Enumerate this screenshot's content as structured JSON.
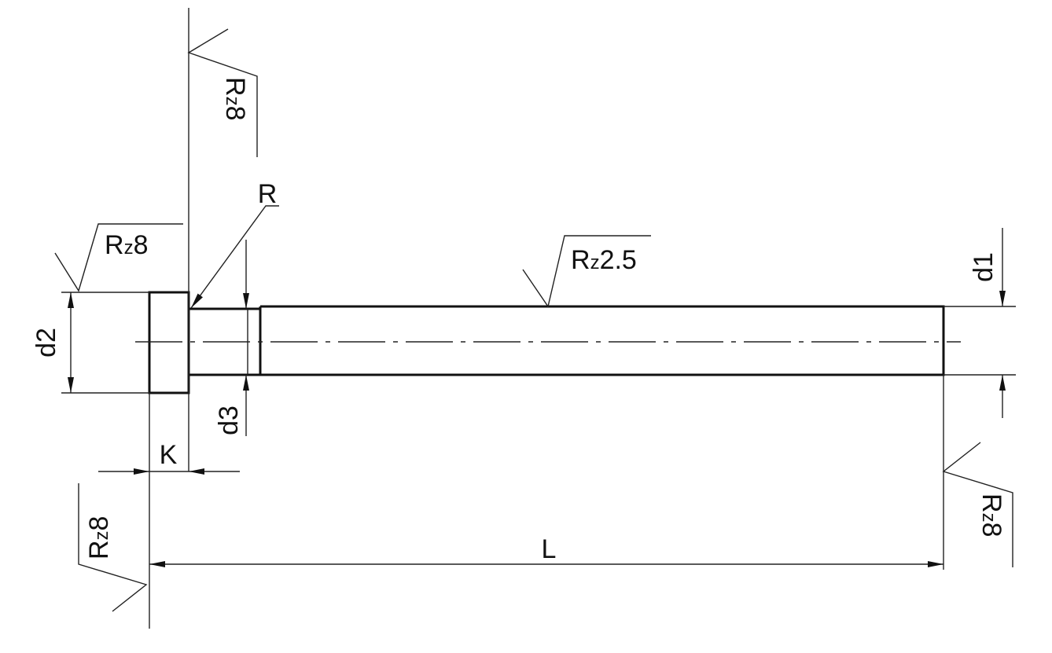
{
  "labels": {
    "d1": "d1",
    "d2": "d2",
    "d3": "d3",
    "K": "K",
    "L": "L",
    "R": "R"
  },
  "roughness": {
    "top": {
      "prefix": "R",
      "sub": "z",
      "value": "8"
    },
    "head_left": {
      "prefix": "R",
      "sub": "z",
      "value": "8"
    },
    "shaft": {
      "prefix": "R",
      "sub": "z",
      "value": "2.5"
    },
    "right_end": {
      "prefix": "R",
      "sub": "z",
      "value": "8"
    },
    "bottom_left": {
      "prefix": "R",
      "sub": "z",
      "value": "8"
    }
  }
}
